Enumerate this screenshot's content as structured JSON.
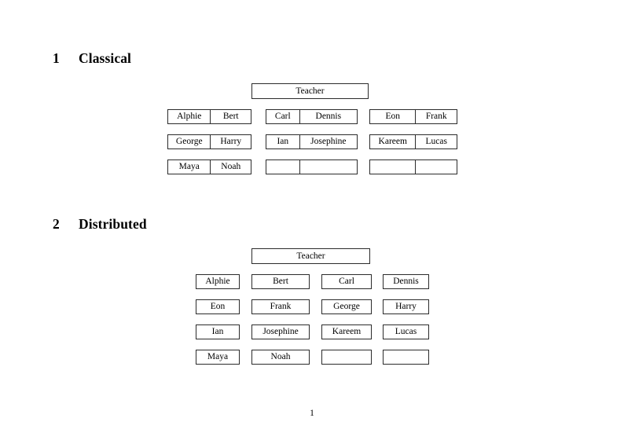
{
  "page": {
    "folio": "1"
  },
  "sections": [
    {
      "number": "1",
      "title": "Classical",
      "teacher_label": "Teacher",
      "groups": [
        {
          "left": "Alphie",
          "right": "Bert"
        },
        {
          "left": "Carl",
          "right": "Dennis"
        },
        {
          "left": "Eon",
          "right": "Frank"
        },
        {
          "left": "George",
          "right": "Harry"
        },
        {
          "left": "Ian",
          "right": "Josephine"
        },
        {
          "left": "Kareem",
          "right": "Lucas"
        },
        {
          "left": "Maya",
          "right": "Noah"
        },
        {
          "left": "",
          "right": ""
        },
        {
          "left": "",
          "right": ""
        }
      ]
    },
    {
      "number": "2",
      "title": "Distributed",
      "teacher_label": "Teacher",
      "cells": [
        "Alphie",
        "Bert",
        "Carl",
        "Dennis",
        "Eon",
        "Frank",
        "George",
        "Harry",
        "Ian",
        "Josephine",
        "Kareem",
        "Lucas",
        "Maya",
        "Noah",
        "",
        ""
      ]
    }
  ]
}
